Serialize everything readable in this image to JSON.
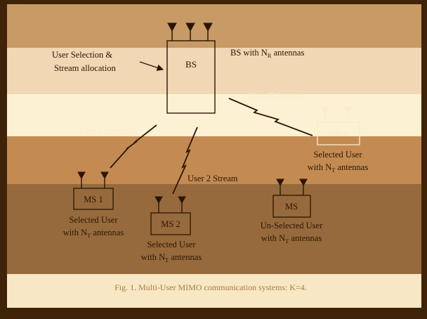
{
  "colors": {
    "frame_dark": "#3f2308",
    "band_mid": "#c79a66",
    "band_light": "#f2d7b4",
    "band_pale": "#fdf1d4",
    "band_warm": "#c38b52",
    "band_brown": "#966a3c",
    "band_cream": "#f8e7c4",
    "ink": "#2b1606",
    "light_ink": "#fbeacb"
  },
  "bs": {
    "label": "BS",
    "annotation_prefix": "BS with N",
    "annotation_sub": "R",
    "annotation_suffix": " antennas",
    "scheduler_line1": "User Selection &",
    "scheduler_line2": "Stream allocation"
  },
  "streams": {
    "user1": "User 1 Stream",
    "user2": "User 2 Stream",
    "userK_prefix": "User ",
    "userK_var": "K",
    "userK_suffix": " Stream"
  },
  "stations": {
    "ms1": "MS 1",
    "ms2": "MS 2",
    "msK_prefix": "MS ",
    "msK_var": "K",
    "ms_unselected": "MS"
  },
  "captions": {
    "selected_line1": "Selected User",
    "unselected_line1": "Un-Selected User",
    "antennas_prefix": "with N",
    "antennas_sub": "T",
    "antennas_suffix": " antennas"
  },
  "figure_caption": "Fig. 1. Multi-User MIMO communication systems: K=4."
}
